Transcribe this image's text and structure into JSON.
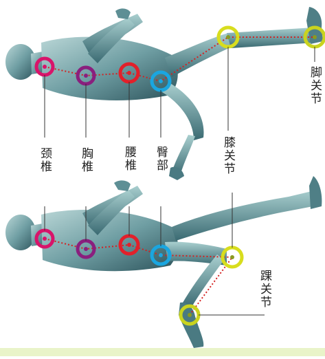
{
  "colors": {
    "cervical": "#d8146a",
    "thoracic": "#8a1f7e",
    "lumbar": "#e2202a",
    "hip": "#1aa6e0",
    "knee": "#d8dd1e",
    "ankle": "#c9d31f",
    "chain": "#d42020",
    "body_light": "#9fc3c4",
    "body_dark": "#2f5a63",
    "strip": "#e9f4c9"
  },
  "labels": {
    "cervical": "颈椎",
    "thoracic": "胸椎",
    "lumbar": "腰椎",
    "hip": "臀部",
    "knee": "膝关节",
    "ankle": "踝关节",
    "foot": "脚关节"
  }
}
